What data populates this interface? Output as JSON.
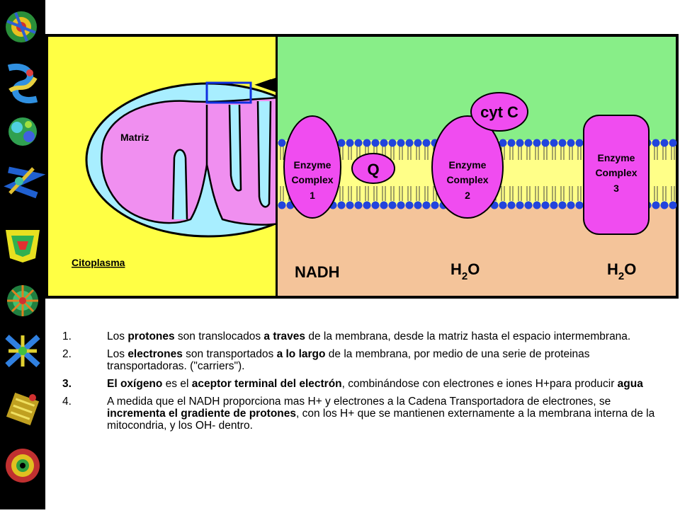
{
  "colors": {
    "left_panel_bg": "#ffff44",
    "intermembrane_bg": "#88ee88",
    "cytoplasm_side_bg": "#f4c49a",
    "matrix_fill": "#f08ff0",
    "mitochondrion_membrane": "#a8eeff",
    "enzyme_fill": "#f04cf0",
    "phospholipid_head": "#2244dd",
    "tail_band": "#ffff88"
  },
  "icons": [
    "protein-icon-1",
    "protein-icon-2",
    "protein-icon-3",
    "protein-icon-4",
    "protein-icon-5",
    "protein-icon-6",
    "protein-icon-7",
    "protein-icon-8",
    "protein-icon-9"
  ],
  "diagram": {
    "matriz": "Matriz",
    "citoplasma": "Citoplasma",
    "cytc": "cyt C",
    "q": "Q",
    "enzyme": "Enzyme",
    "complex": "Complex",
    "c1_num": "1",
    "c2_num": "2",
    "c3_num": "3",
    "nadh": "NADH",
    "h2o_h": "H",
    "h2o_sub": "2",
    "h2o_o": "O"
  },
  "list": {
    "item1": {
      "num": "1.",
      "a": "Los ",
      "b": "protones",
      "c": " son translocados ",
      "d": "a traves",
      "e": " de la membrana, desde la matriz hasta el espacio intermembrana."
    },
    "item2": {
      "num": "2.",
      "a": "Los ",
      "b": "electrones",
      "c": " son transportados ",
      "d": "a lo largo",
      "e": " de la membrana, por medio de una serie de proteinas transportadoras. (\"carriers\")."
    },
    "item3": {
      "num": "3.",
      "a": "El oxígeno",
      "b": " es el ",
      "c": "aceptor terminal del electrón",
      "d": ", combinándose con electrones e iones H+para producir ",
      "e": "agua"
    },
    "item4": {
      "num": "4.",
      "a": "A medida que el NADH proporciona mas H+ y electrones a la Cadena Transportadora de electrones, se ",
      "b": "incrementa el gradiente de protones",
      "c": ", con los H+ que se mantienen externamente a la membrana interna de la mitocondria, y los OH- dentro."
    }
  }
}
